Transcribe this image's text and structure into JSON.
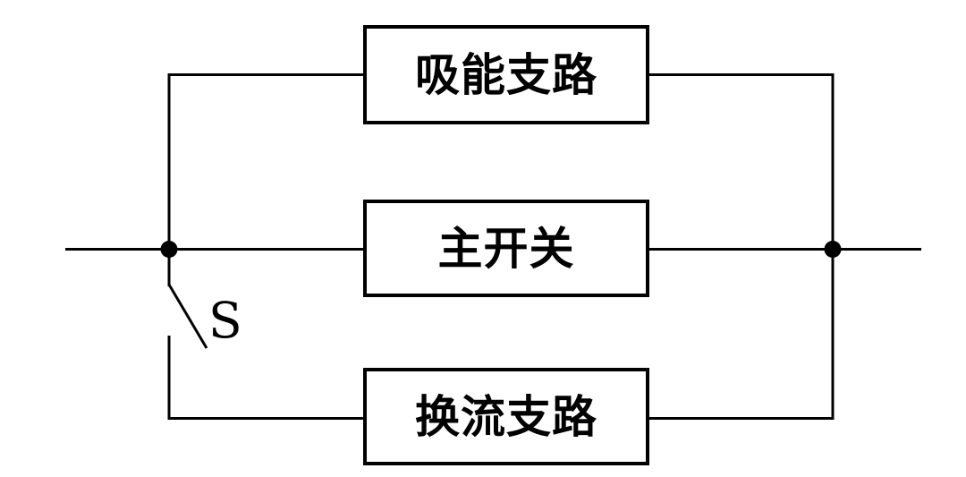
{
  "diagram": {
    "kind": "circuit-block-diagram",
    "background": "#ffffff",
    "line_color": "#000000",
    "boxes": [
      {
        "name": "energy-absorption-branch",
        "label": "吸能支路"
      },
      {
        "name": "main-switch",
        "label": "主开关"
      },
      {
        "name": "commutation-branch",
        "label": "换流支路"
      }
    ],
    "switch": {
      "label": "S",
      "state": "open"
    }
  }
}
